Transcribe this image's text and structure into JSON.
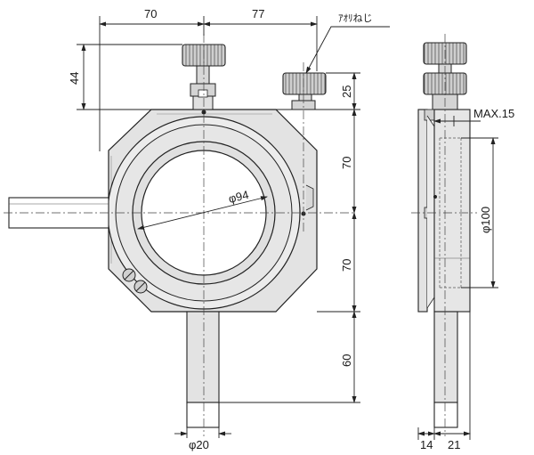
{
  "drawing": {
    "dims": {
      "top_left_width": "70",
      "top_right_width": "77",
      "knob_height": "44",
      "side_knob_height": "25",
      "upper_height": "70",
      "lower_height": "70",
      "rod_length": "60",
      "rod_dia": "φ20",
      "clear_aperture": "φ94",
      "max_depth": "MAX.15",
      "optic_dia": "φ100",
      "side_w1": "14",
      "side_w2": "21"
    },
    "labels": {
      "adjust_screw": "ｱｵﾘねじ"
    },
    "colors": {
      "line": "#222222",
      "fill": "#e3e3e3",
      "fill_dark": "#c9c9c9"
    }
  }
}
